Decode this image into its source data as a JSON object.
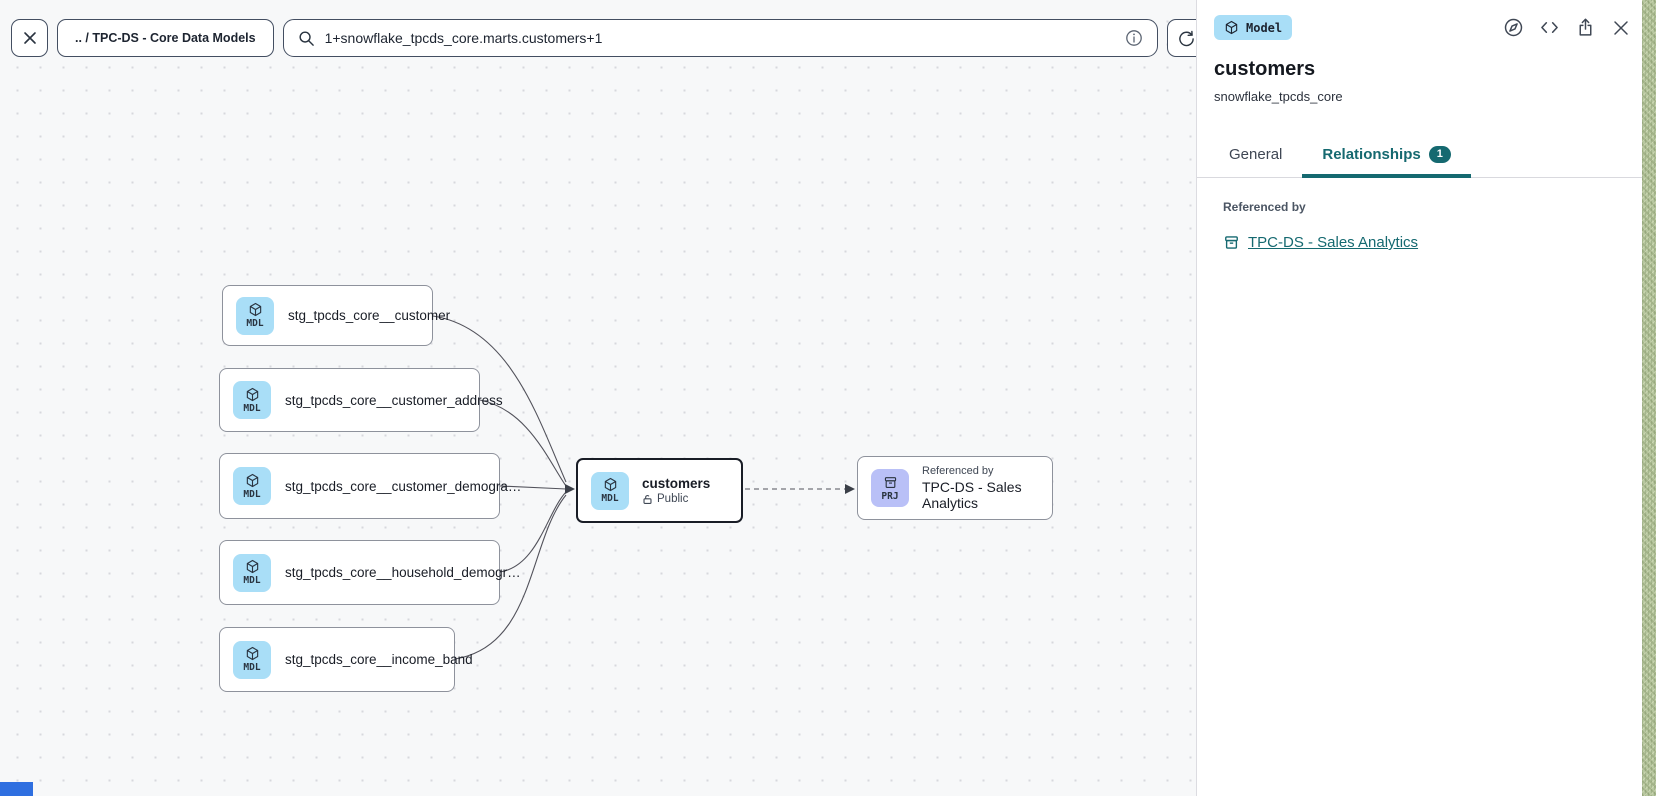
{
  "toolbar": {
    "breadcrumb": ".. / TPC-DS - Core Data Models",
    "search_value": "1+snowflake_tpcds_core.marts.customers+1"
  },
  "canvas": {
    "upstream_nodes": [
      {
        "badge": "MDL",
        "label": "stg_tpcds_core__customer"
      },
      {
        "badge": "MDL",
        "label": "stg_tpcds_core__customer_address"
      },
      {
        "badge": "MDL",
        "label": "stg_tpcds_core__customer_demogra…"
      },
      {
        "badge": "MDL",
        "label": "stg_tpcds_core__household_demogr…"
      },
      {
        "badge": "MDL",
        "label": "stg_tpcds_core__income_band"
      }
    ],
    "focus_node": {
      "badge": "MDL",
      "label": "customers",
      "visibility": "Public"
    },
    "reference_node": {
      "badge": "PRJ",
      "kicker": "Referenced by",
      "label": "TPC-DS - Sales Analytics"
    }
  },
  "panel": {
    "type_badge": "Model",
    "title": "customers",
    "subtitle": "snowflake_tpcds_core",
    "tabs": [
      {
        "label": "General"
      },
      {
        "label": "Relationships",
        "badge": "1"
      }
    ],
    "section_label": "Referenced by",
    "reference_link": "TPC-DS - Sales Analytics"
  },
  "colors": {
    "accent_teal": "#156970",
    "model_badge_blue": "#a9def7",
    "project_badge_purple": "#b9c0f7",
    "selected_node_border": "#191d26"
  }
}
